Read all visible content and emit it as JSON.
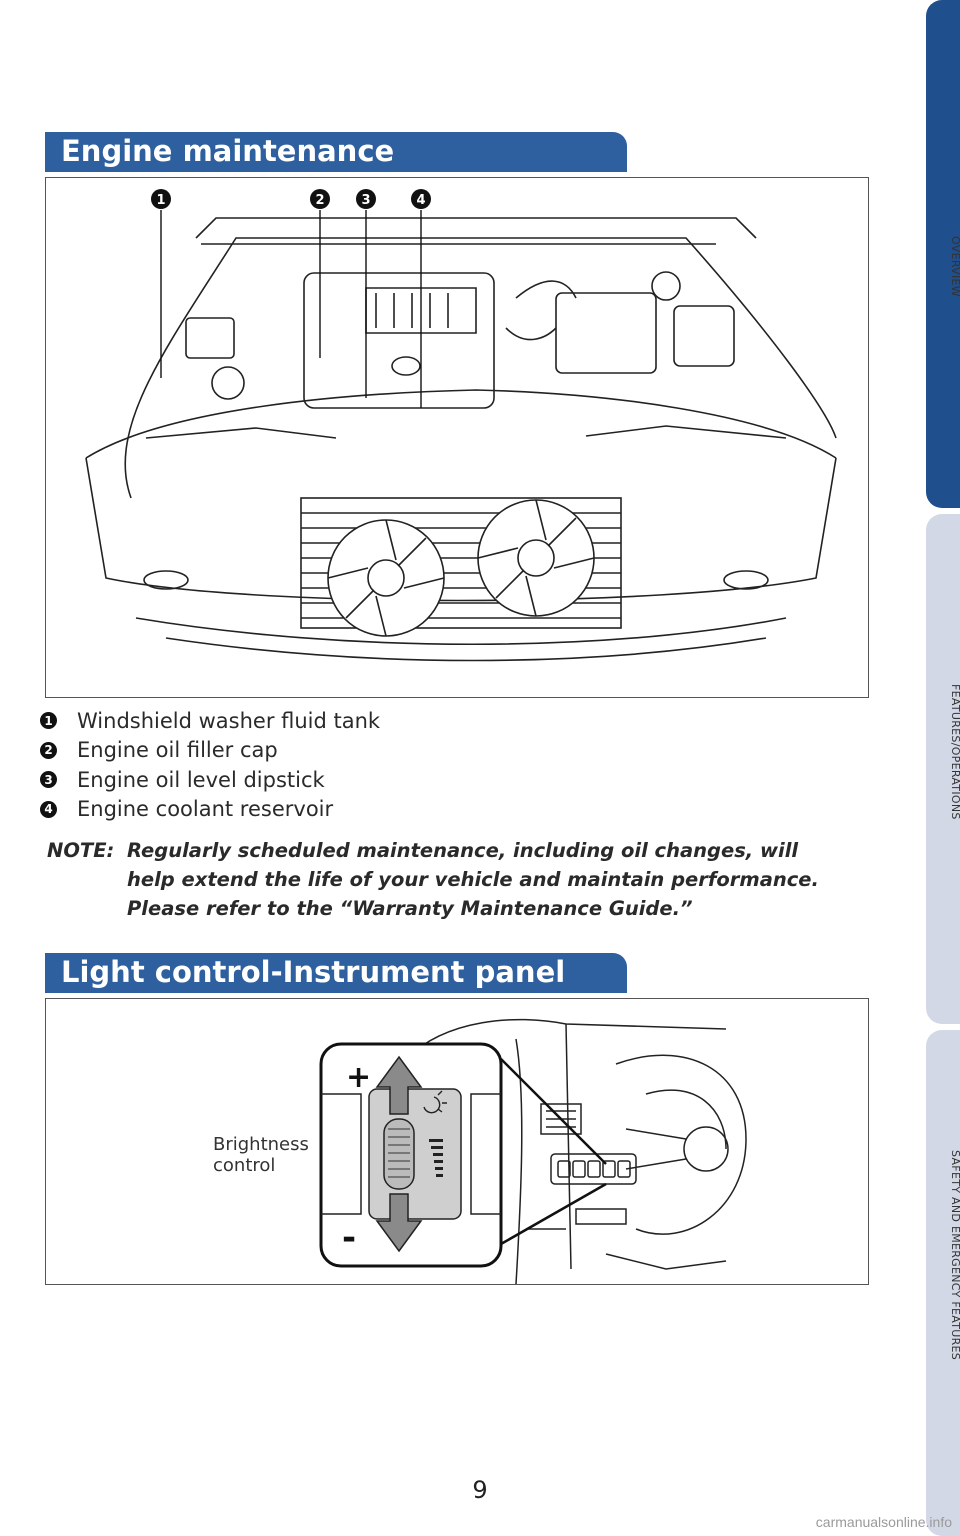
{
  "side_tabs": {
    "overview": "OVERVIEW",
    "features": "FEATURES/OPERATIONS",
    "safety": "SAFETY AND EMERGENCY FEATURES"
  },
  "engine_section": {
    "title": "Engine maintenance",
    "callouts": [
      "1",
      "2",
      "3",
      "4"
    ],
    "legend": [
      {
        "num": "1",
        "text": "Windshield washer fluid tank"
      },
      {
        "num": "2",
        "text": "Engine oil filler cap"
      },
      {
        "num": "3",
        "text": "Engine oil level dipstick"
      },
      {
        "num": "4",
        "text": "Engine coolant reservoir"
      }
    ],
    "note_label": "NOTE:",
    "note_line1": "Regularly scheduled maintenance, including oil changes, will",
    "note_line2": "help extend the life of your vehicle and maintain performance.",
    "note_line3": "Please refer to the “Warranty Maintenance Guide.”"
  },
  "light_section": {
    "title": "Light control-Instrument panel",
    "label_line1": "Brightness",
    "label_line2": "control",
    "plus": "+",
    "minus": "-"
  },
  "page_number": "9",
  "watermark": "carmanualsonline.info",
  "colors": {
    "header_blue": "#2e5f9e",
    "active_tab": "#1f4f8c",
    "inactive_tab": "#d3d8e6"
  }
}
